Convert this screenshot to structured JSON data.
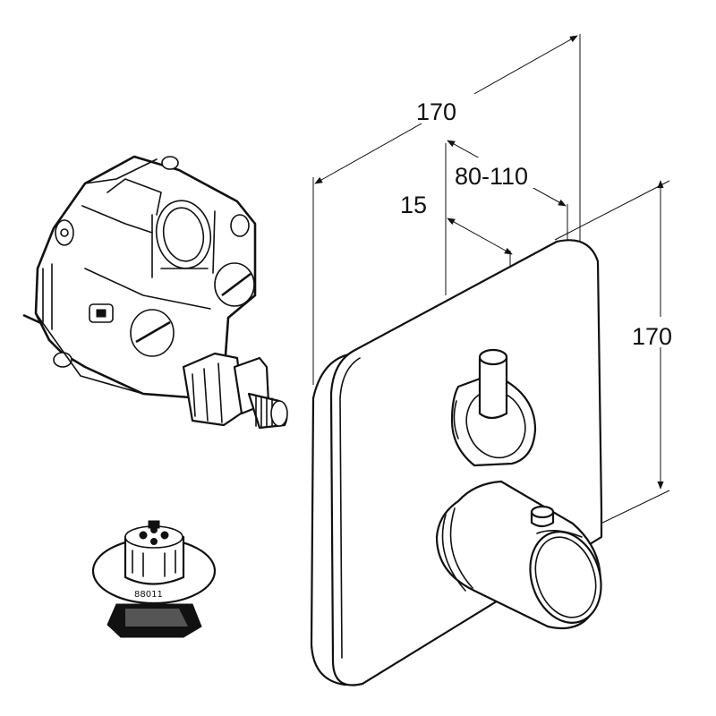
{
  "dimensions": {
    "width_top": "170",
    "depth_range": "80-110",
    "offset": "15",
    "height_right": "170"
  },
  "cartridge_label": "88011"
}
